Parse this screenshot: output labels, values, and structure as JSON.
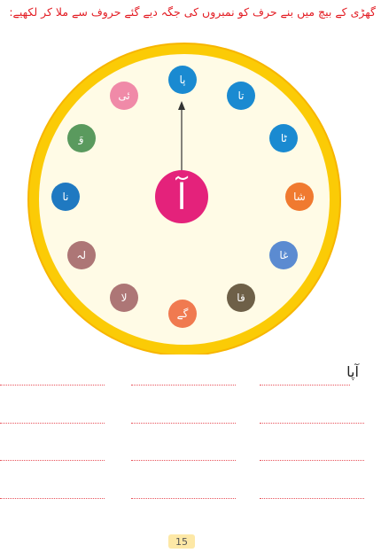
{
  "instruction": "گھڑی کے بیچ میں بنے حرف کو نمبروں کی جگہ دیے گئے حروف سے ملا کر لکھیے:",
  "clock": {
    "center_letter": "آ",
    "face_color": "#fffbe6",
    "rim_color": "#fbcb06",
    "center_color": "#e4227b",
    "positions": [
      {
        "label": "پا",
        "color": "#1a8ad1"
      },
      {
        "label": "تا",
        "color": "#1a8ad1"
      },
      {
        "label": "ٹا",
        "color": "#1a8ad1"
      },
      {
        "label": "شا",
        "color": "#f07a30"
      },
      {
        "label": "غا",
        "color": "#5b8bd1"
      },
      {
        "label": "قا",
        "color": "#6e6048"
      },
      {
        "label": "گے",
        "color": "#f07a50"
      },
      {
        "label": "لا",
        "color": "#ad7676"
      },
      {
        "label": "لہ",
        "color": "#ad7676"
      },
      {
        "label": "نا",
        "color": "#1f79c1"
      },
      {
        "label": "وَ",
        "color": "#5a9a5e"
      },
      {
        "label": "ئی",
        "color": "#f08aa8"
      }
    ]
  },
  "example_word": "آپا",
  "page_number": "15"
}
